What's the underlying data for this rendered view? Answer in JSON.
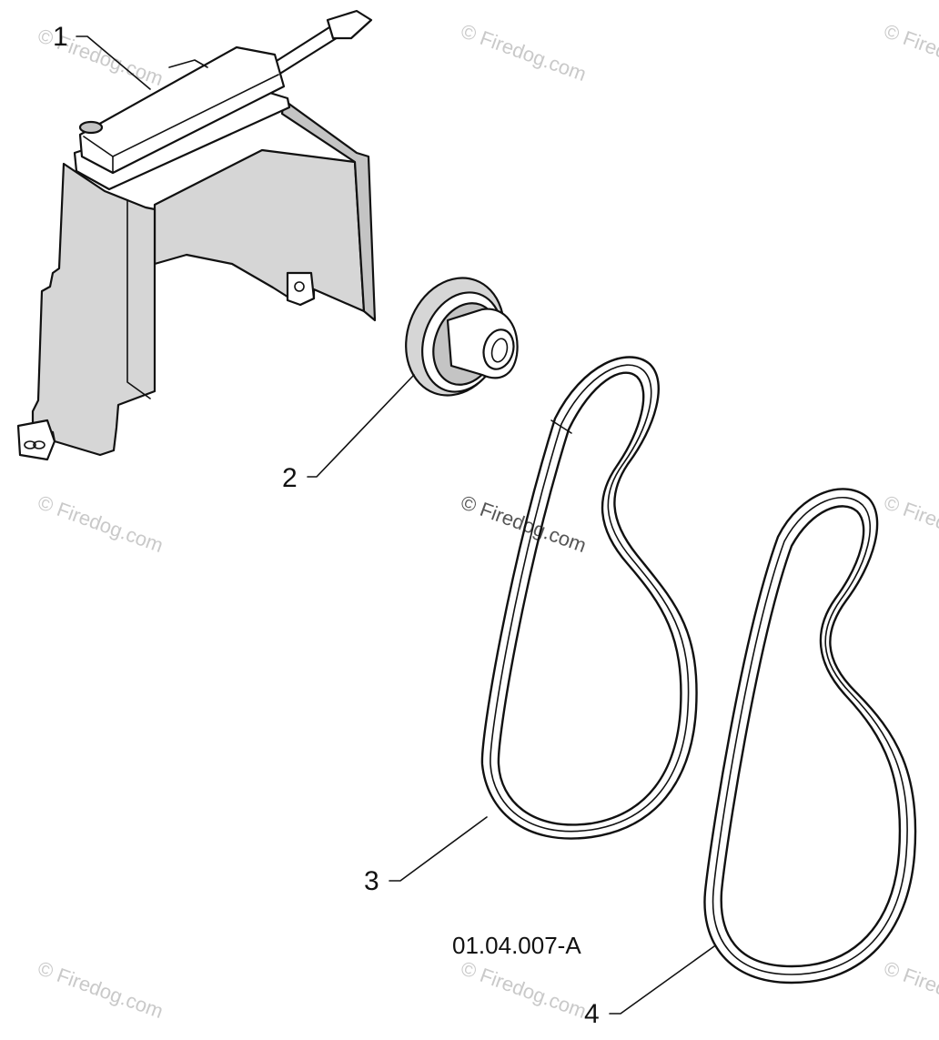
{
  "parts": [
    {
      "number": "1",
      "name": "belt-cover"
    },
    {
      "number": "2",
      "name": "pulley"
    },
    {
      "number": "3",
      "name": "belt"
    },
    {
      "number": "4",
      "name": "belt"
    }
  ],
  "diagram_code": "01.04.007-A",
  "watermark": "© Firedog.com",
  "colors": {
    "line": "#111111",
    "fill": "#d6d6d6",
    "watermark": "#c9c9c9"
  }
}
